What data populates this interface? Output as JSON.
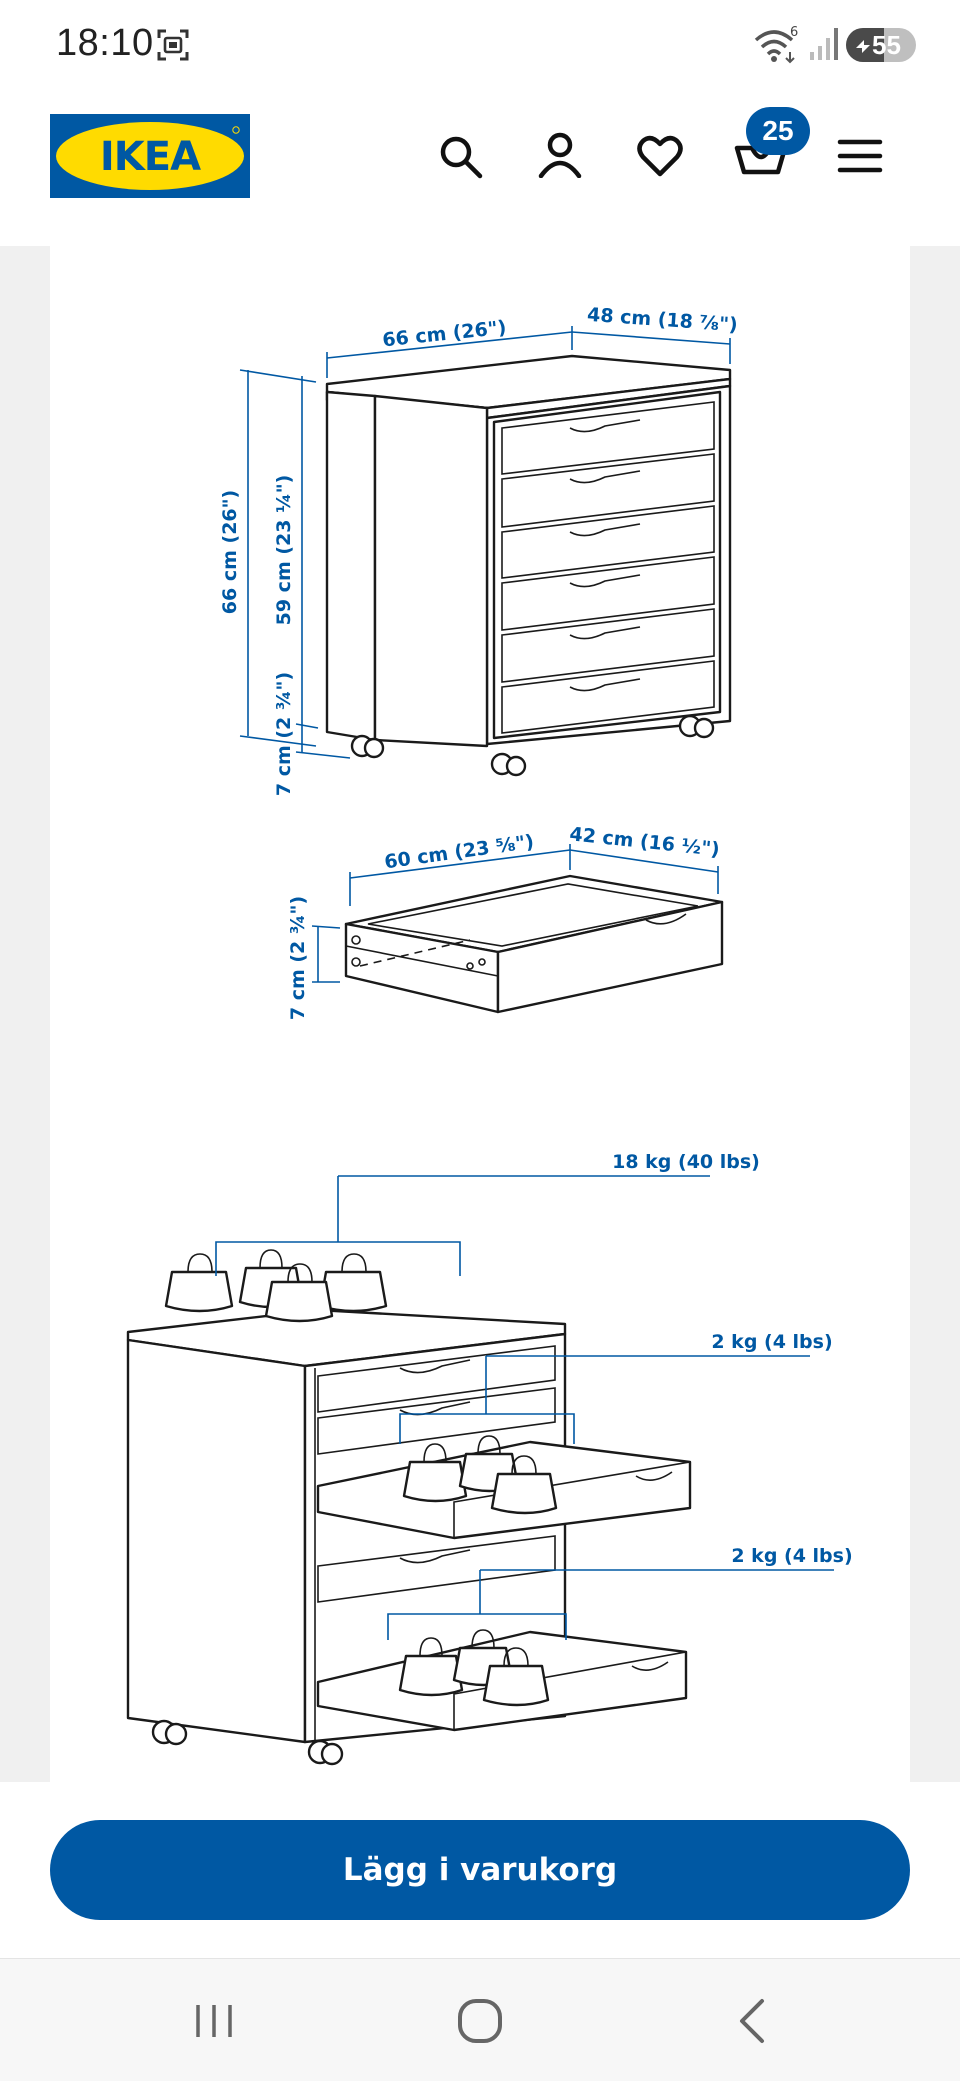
{
  "status_bar": {
    "time": "18:10",
    "wifi_badge": "6",
    "battery_level": "55"
  },
  "header": {
    "logo_text": "IKEA",
    "cart_count": "25",
    "icons": [
      "search-icon",
      "account-icon",
      "heart-icon",
      "cart-icon",
      "menu-icon"
    ],
    "brand_blue": "#0058a3",
    "brand_yellow": "#ffdb00"
  },
  "diagram": {
    "cabinet_dimensions": {
      "width": "66 cm (26\")",
      "depth": "48 cm (18 ⅞\")",
      "height": "66 cm (26\")",
      "body_height": "59 cm (23 ¼\")",
      "caster_height": "7 cm (2 ¾\")"
    },
    "drawer_dimensions": {
      "width": "60 cm (23 ⅝\")",
      "depth": "42 cm (16 ½\")",
      "height": "7 cm (2 ¾\")"
    },
    "load_capacity": {
      "top": "18 kg (40 lbs)",
      "drawer_upper": "2 kg (4 lbs)",
      "drawer_lower": "2 kg (4 lbs)"
    }
  },
  "cta": {
    "add_to_cart": "Lägg i varukorg"
  },
  "nav": {
    "icons": [
      "recent-apps-icon",
      "home-icon",
      "back-icon"
    ]
  }
}
